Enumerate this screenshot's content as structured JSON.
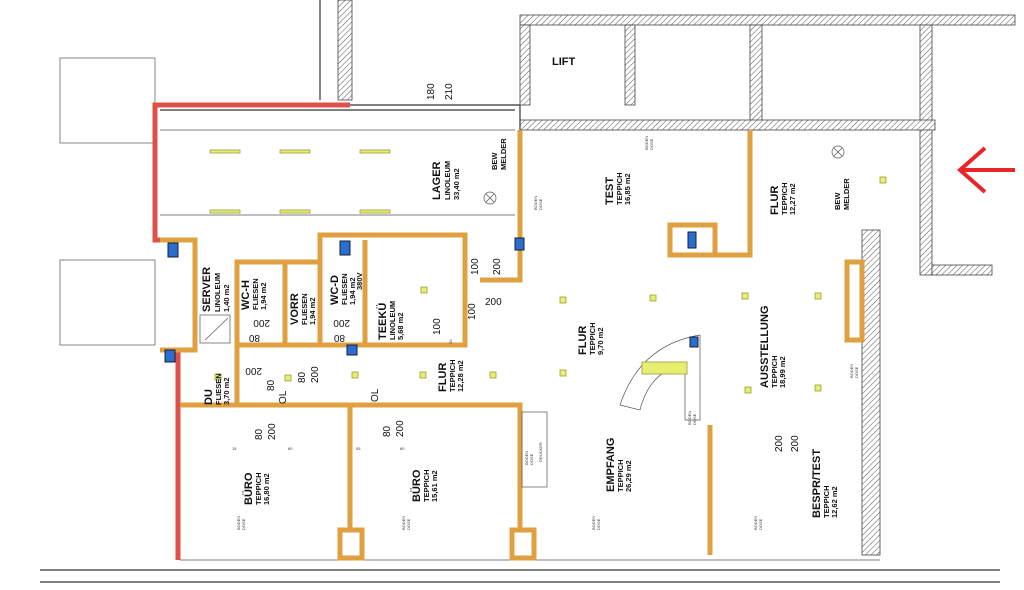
{
  "plan": {
    "lift": "LIFT",
    "top_dims": [
      "180",
      "210"
    ],
    "motion_sensor": [
      "BEW",
      "MELDER"
    ],
    "voltage": "380V",
    "floor_box": [
      "BODEN",
      "DOSE"
    ],
    "printer": "DRUCKER",
    "dims": {
      "d200": "200",
      "d100": "100",
      "d80": "80",
      "d20": "20",
      "ol": "OL",
      "d15": "15",
      "d55": "55",
      "d60": "60"
    }
  },
  "rooms": [
    {
      "name": "LAGER",
      "material": "LINOLEUM",
      "area": "33,40 m2"
    },
    {
      "name": "SERVER",
      "material": "LINOLEUM",
      "area": "1,40 m2"
    },
    {
      "name": "WC-H",
      "material": "FLIESEN",
      "area": "1,94 m2"
    },
    {
      "name": "VORR",
      "material": "FLIESEN",
      "area": "1,94 m2"
    },
    {
      "name": "WC-D",
      "material": "FLIESEN",
      "area": "1,94 m2"
    },
    {
      "name": "TEEKÜ",
      "material": "LINOLEUM",
      "area": "5,68 m2"
    },
    {
      "name": "DU",
      "material": "FLIESEN",
      "area": "3,70 m2"
    },
    {
      "name": "FLUR",
      "material": "TEPPICH",
      "area": "12,28 m2"
    },
    {
      "name": "TEST",
      "material": "TEPPICH",
      "area": "16,85 m2"
    },
    {
      "name": "FLUR",
      "material": "TEPPICH",
      "area": "12,27 m2"
    },
    {
      "name": "FLUR",
      "material": "TEPPICH",
      "area": "9,70 m2"
    },
    {
      "name": "AUSSTELLUNG",
      "material": "TEPPICH",
      "area": "18,99 m2"
    },
    {
      "name": "BÜRO",
      "material": "TEPPICH",
      "area": "16,80 m2"
    },
    {
      "name": "BÜRO",
      "material": "TEPPICH",
      "area": "15,61 m2"
    },
    {
      "name": "EMPFANG",
      "material": "TEPPICH",
      "area": "26,29 m2"
    },
    {
      "name": "BESPR/TEST",
      "material": "TEPPICH",
      "area": "12,62 m2"
    }
  ],
  "colors": {
    "accent_arrow": "#e8262a",
    "partition": "#e0a040",
    "fire_wall": "#e0504a",
    "lamp": "#e6ef6e",
    "outlet": "#2a6fd0"
  }
}
